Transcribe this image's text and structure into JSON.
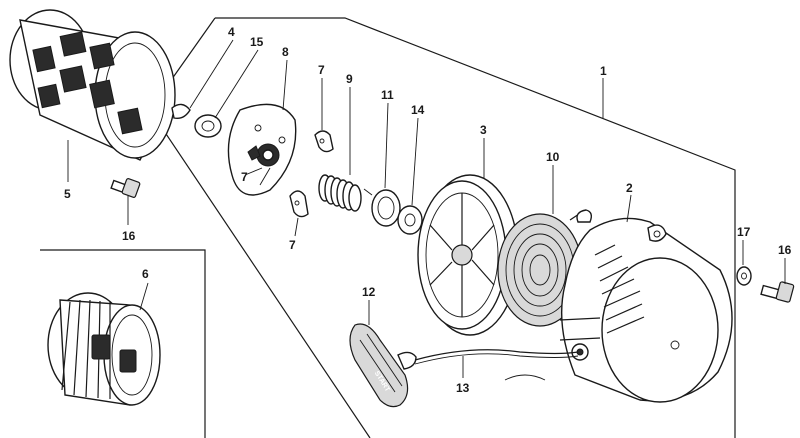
{
  "diagram": {
    "callouts": [
      {
        "id": "c1",
        "text": "1"
      },
      {
        "id": "c2",
        "text": "2"
      },
      {
        "id": "c3",
        "text": "3"
      },
      {
        "id": "c4",
        "text": "4"
      },
      {
        "id": "c5",
        "text": "5"
      },
      {
        "id": "c6",
        "text": "6"
      },
      {
        "id": "c7a",
        "text": "7"
      },
      {
        "id": "c7b",
        "text": "7"
      },
      {
        "id": "c7c",
        "text": "7"
      },
      {
        "id": "c8",
        "text": "8"
      },
      {
        "id": "c9",
        "text": "9"
      },
      {
        "id": "c10",
        "text": "10"
      },
      {
        "id": "c11",
        "text": "11"
      },
      {
        "id": "c12",
        "text": "12"
      },
      {
        "id": "c13",
        "text": "13"
      },
      {
        "id": "c14",
        "text": "14"
      },
      {
        "id": "c15",
        "text": "15"
      },
      {
        "id": "c16a",
        "text": "16"
      },
      {
        "id": "c16b",
        "text": "16"
      },
      {
        "id": "c17",
        "text": "17"
      }
    ],
    "handle_text": "START"
  }
}
